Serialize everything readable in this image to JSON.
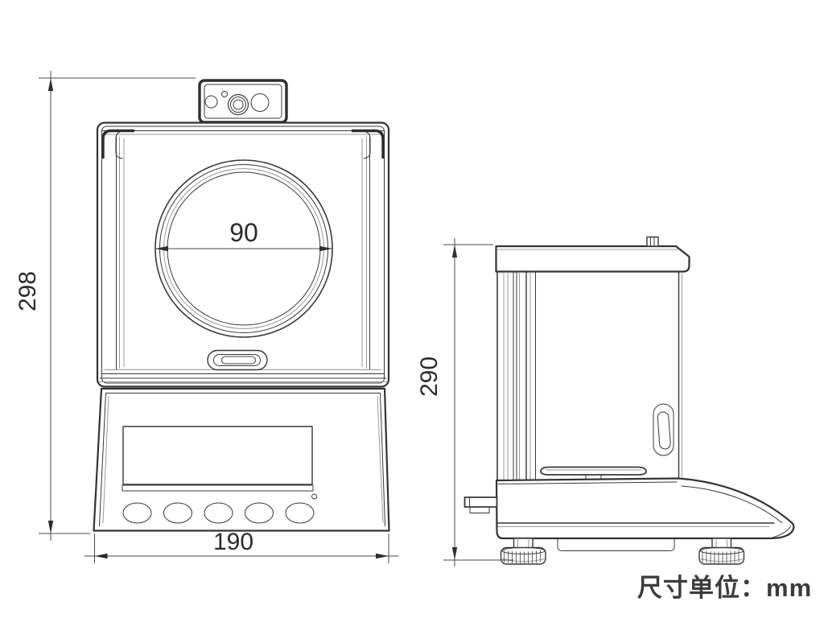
{
  "drawing": {
    "type": "technical-dimension-drawing",
    "subject": "precision analytical balance, front and side orthographic views"
  },
  "labels": {
    "front_height_mm": "298",
    "pan_diameter_mm": "90",
    "front_width_mm": "190",
    "side_height_mm": "290",
    "unit_note": "尺寸单位：mm"
  },
  "colors": {
    "background": "#ffffff",
    "line_dark": "#333333",
    "line_light": "#9a9a9a",
    "text": "#2c2c2c",
    "note_text": "#3c3c3c"
  }
}
